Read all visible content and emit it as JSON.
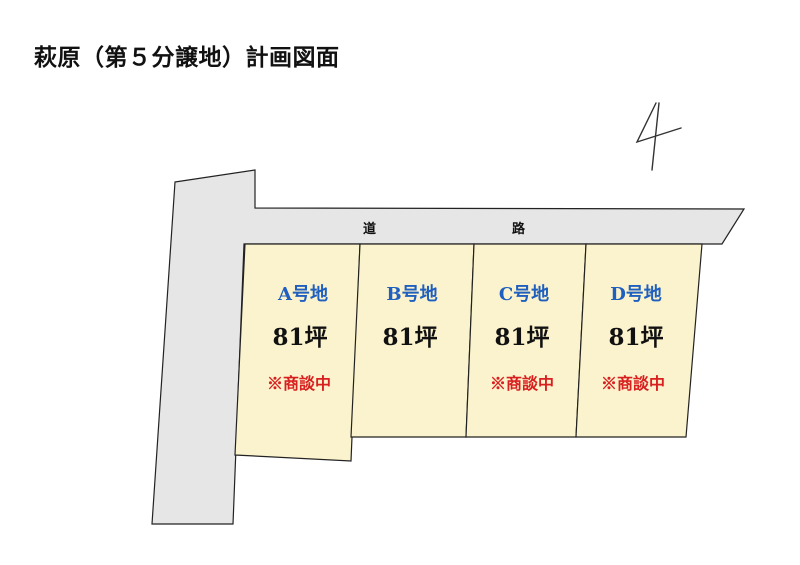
{
  "title": "萩原（第５分譲地）計画図面",
  "north_mark": "4",
  "road": {
    "char1": "道",
    "char2": "路"
  },
  "lots": [
    {
      "name": "A号地",
      "area": "81坪",
      "status": "※商談中"
    },
    {
      "name": "B号地",
      "area": "81坪",
      "status": ""
    },
    {
      "name": "C号地",
      "area": "81坪",
      "status": "※商談中"
    },
    {
      "name": "D号地",
      "area": "81坪",
      "status": "※商談中"
    }
  ],
  "colors": {
    "road": "#e6e6e6",
    "lot": "#fbf3cd",
    "lot_label": "#1f5fbf",
    "status": "#d92020"
  }
}
